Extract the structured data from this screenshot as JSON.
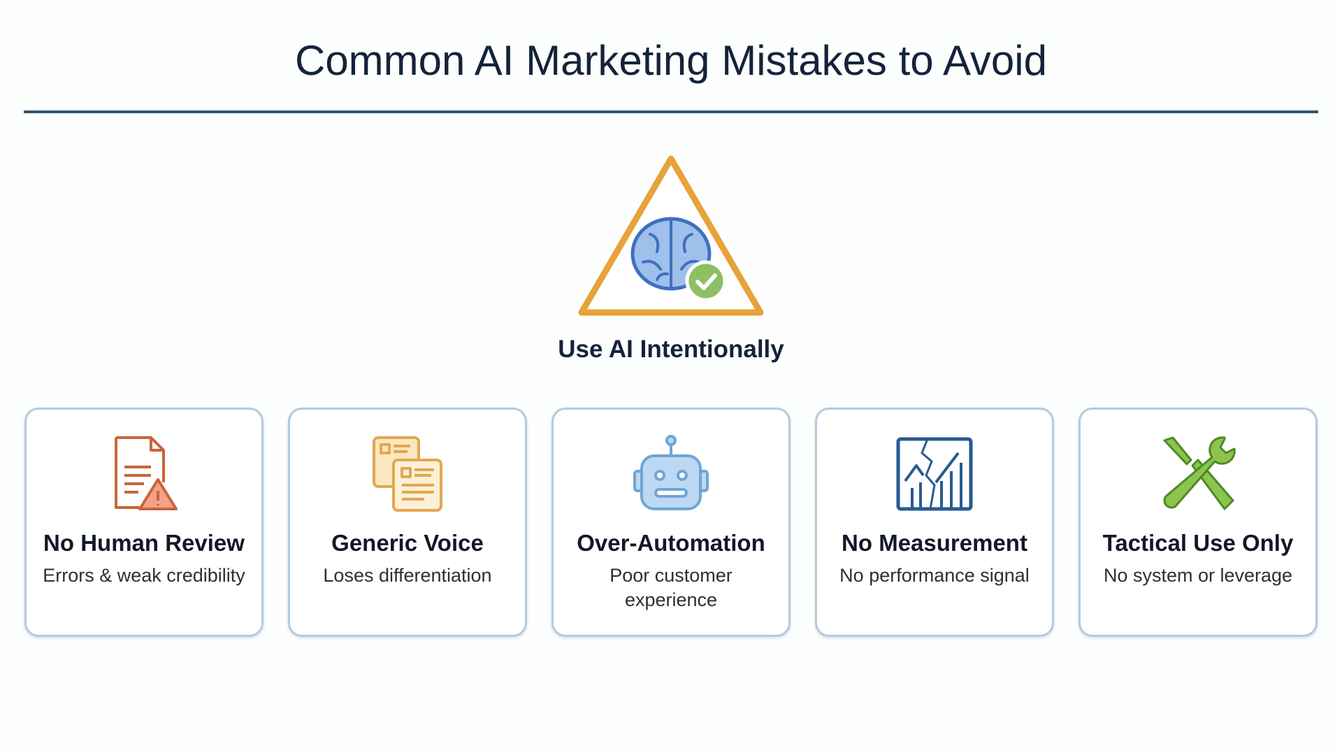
{
  "title": "Common AI Marketing Mistakes to Avoid",
  "hero": {
    "label": "Use AI Intentionally",
    "icon": "brain-warning-check-icon"
  },
  "colors": {
    "rule": "#2f5577",
    "triangle": "#e8a23a",
    "brain": "#3f6fc0",
    "check": "#8cc063",
    "card_border": "#b5c9dd"
  },
  "cards": [
    {
      "title": "No Human Review",
      "desc": "Errors & weak credibility",
      "icon": "document-warning-icon",
      "color": "#c8643a"
    },
    {
      "title": "Generic Voice",
      "desc": "Loses differentiation",
      "icon": "duplicate-documents-icon",
      "color": "#e0a850"
    },
    {
      "title": "Over-Automation",
      "desc": "Poor customer experience",
      "icon": "robot-icon",
      "color": "#6fa5d6"
    },
    {
      "title": "No Measurement",
      "desc": "No performance signal",
      "icon": "broken-chart-icon",
      "color": "#275a92"
    },
    {
      "title": "Tactical Use Only",
      "desc": "No system or leverage",
      "icon": "wrench-screwdriver-icon",
      "color": "#6aa634"
    }
  ]
}
